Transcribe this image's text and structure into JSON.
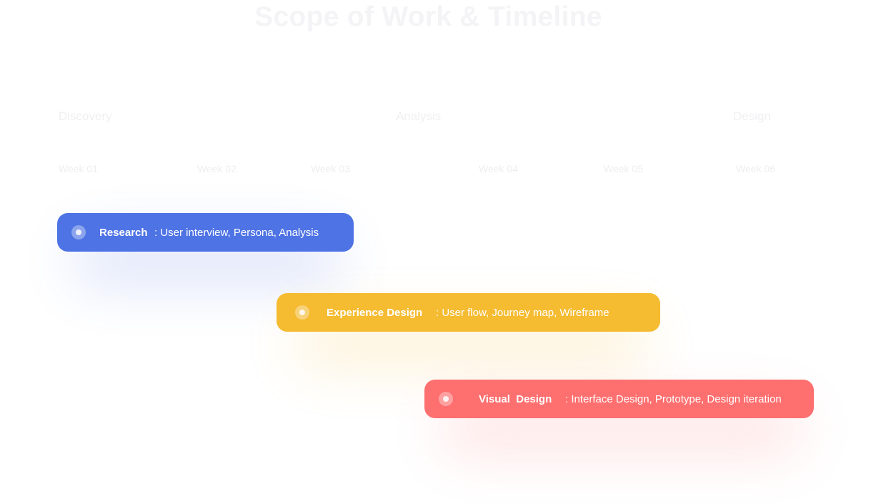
{
  "title": "Scope of Work & Timeline",
  "phases": [
    "Discovery",
    "Analysis",
    "Design"
  ],
  "weeks": [
    "Week 01",
    "Week 02",
    "Week 03",
    "Week 04",
    "Week 05",
    "Week 06"
  ],
  "tasks": [
    {
      "name": "Research",
      "description": ": User interview, Persona, Analysis",
      "color": "#4e73e4"
    },
    {
      "name": "Experience Design",
      "description": ": User flow, Journey map, Wireframe",
      "color": "#f5bb31"
    },
    {
      "name": "Visual  Design",
      "description": ": Interface Design, Prototype, Design iteration",
      "color": "#fe6f6f"
    }
  ]
}
